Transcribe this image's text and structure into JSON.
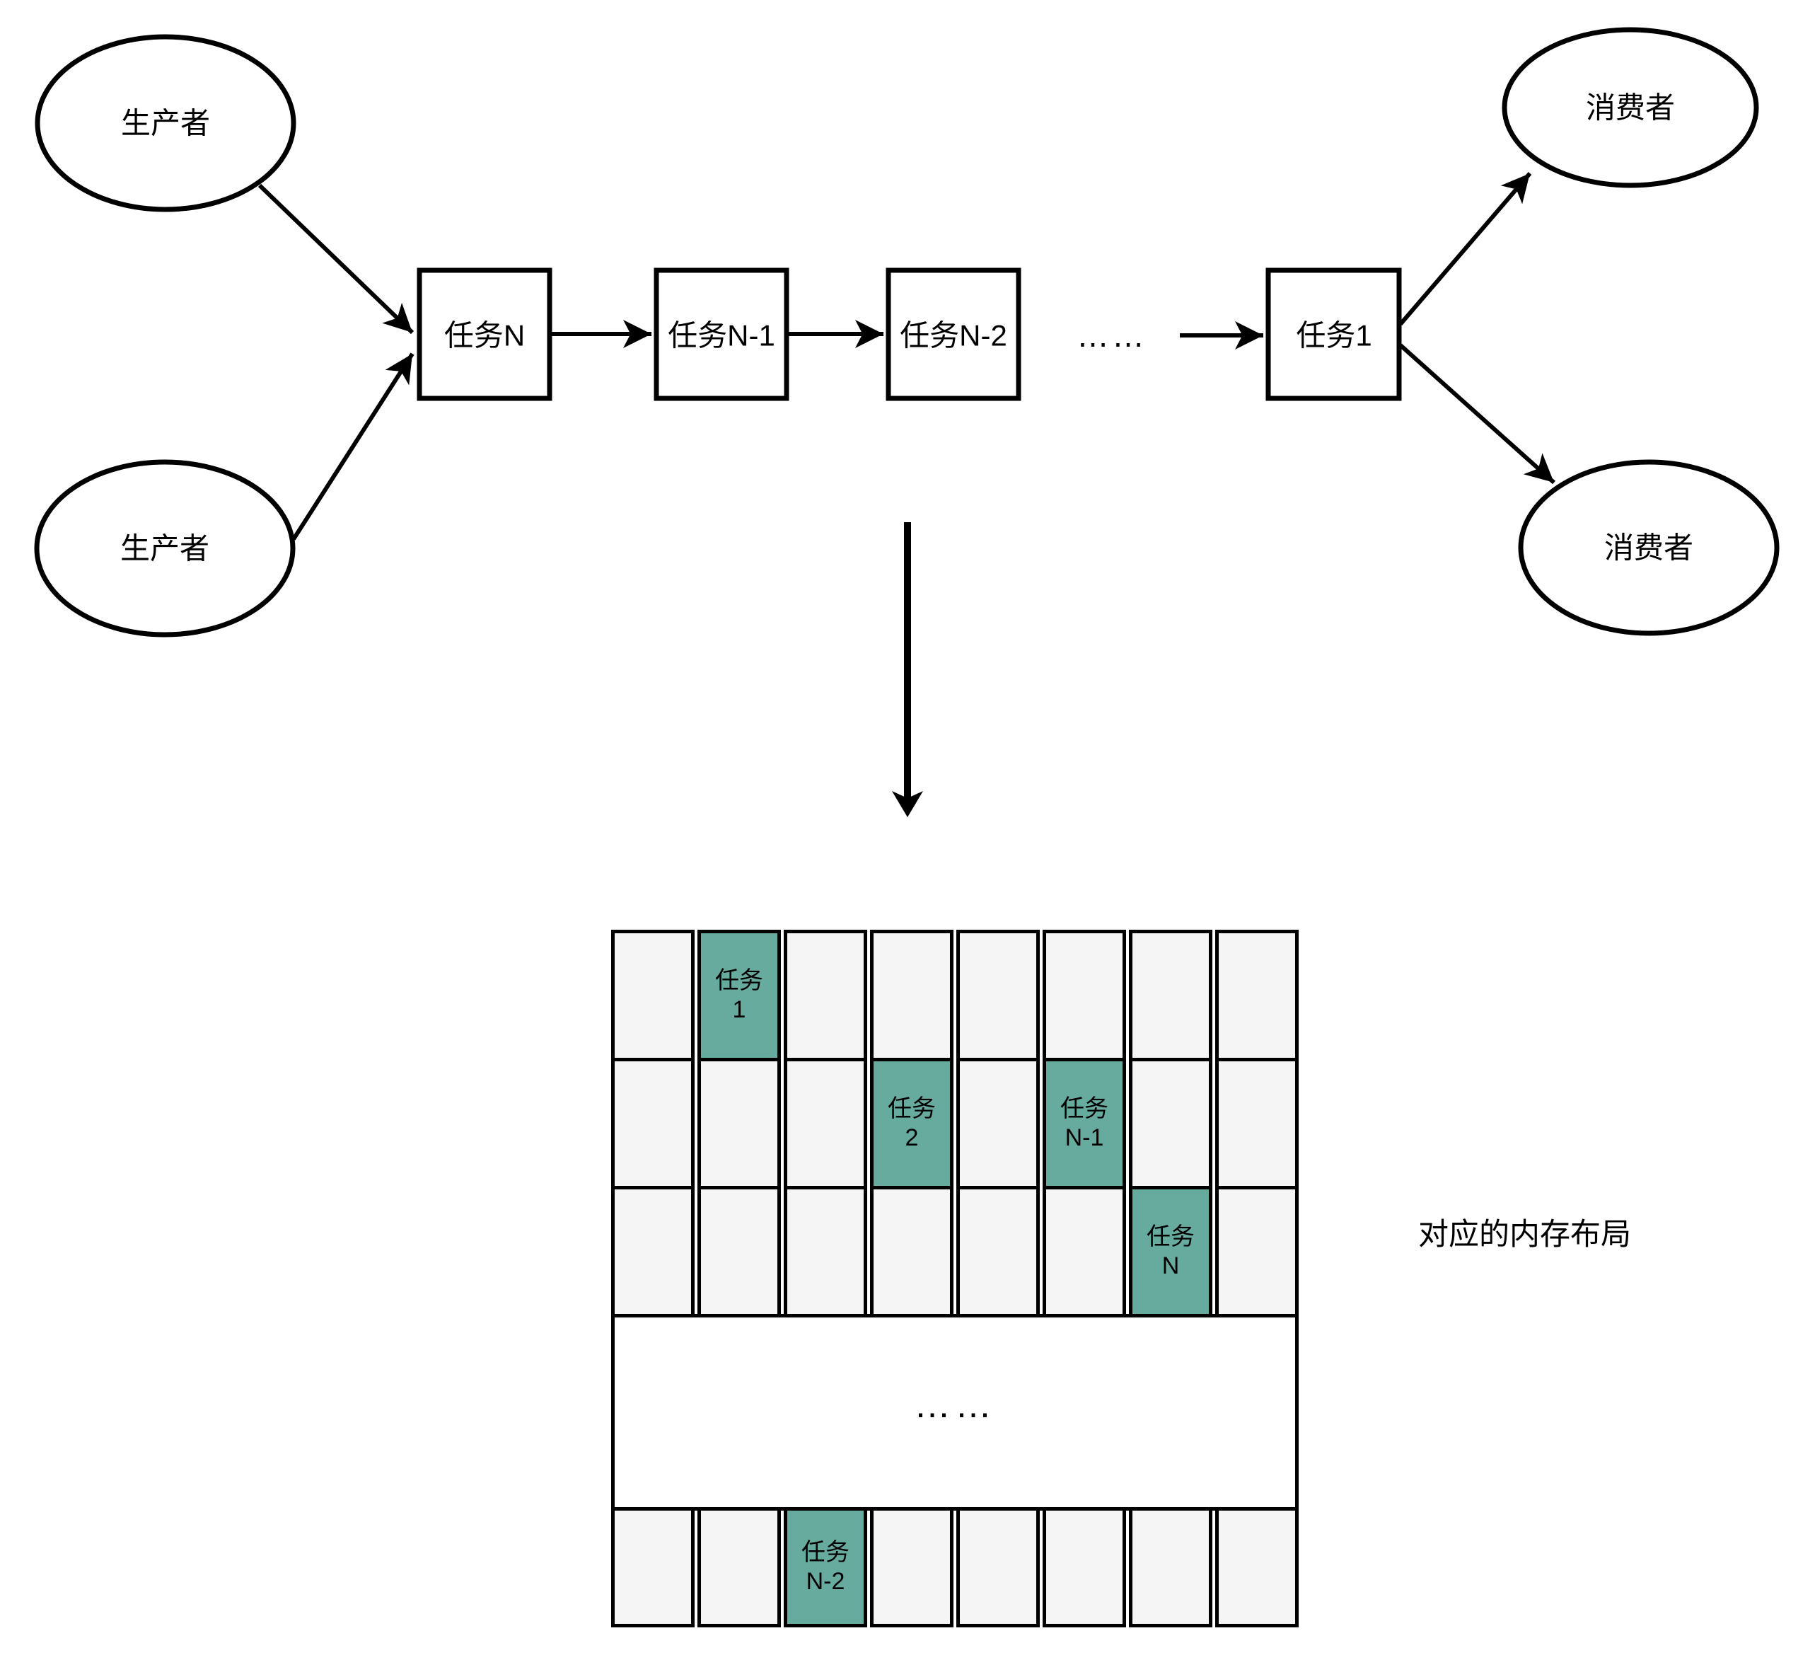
{
  "colors": {
    "highlight": "#67ab9f",
    "cell_bg": "#f5f5f5",
    "line": "#000000"
  },
  "pipeline": {
    "producer_top": "生产者",
    "producer_bottom": "生产者",
    "consumer_top": "消费者",
    "consumer_bottom": "消费者",
    "task_n": "任务N",
    "task_n_minus_1": "任务N-1",
    "task_n_minus_2": "任务N-2",
    "task_1": "任务1",
    "ellipsis": "……"
  },
  "memory": {
    "caption": "对应的内存布局",
    "ellipsis": "……",
    "rows": [
      {
        "cells": [
          null,
          {
            "line1": "任务",
            "line2": "1"
          },
          null,
          null,
          null,
          null,
          null,
          null
        ]
      },
      {
        "cells": [
          null,
          null,
          null,
          {
            "line1": "任务",
            "line2": "2"
          },
          null,
          {
            "line1": "任务",
            "line2": "N-1"
          },
          null,
          null
        ]
      },
      {
        "cells": [
          null,
          null,
          null,
          null,
          null,
          null,
          {
            "line1": "任务",
            "line2": "N"
          },
          null
        ]
      },
      {
        "type": "ellipsis"
      },
      {
        "cells": [
          null,
          null,
          {
            "line1": "任务",
            "line2": "N-2"
          },
          null,
          null,
          null,
          null,
          null
        ]
      }
    ]
  }
}
